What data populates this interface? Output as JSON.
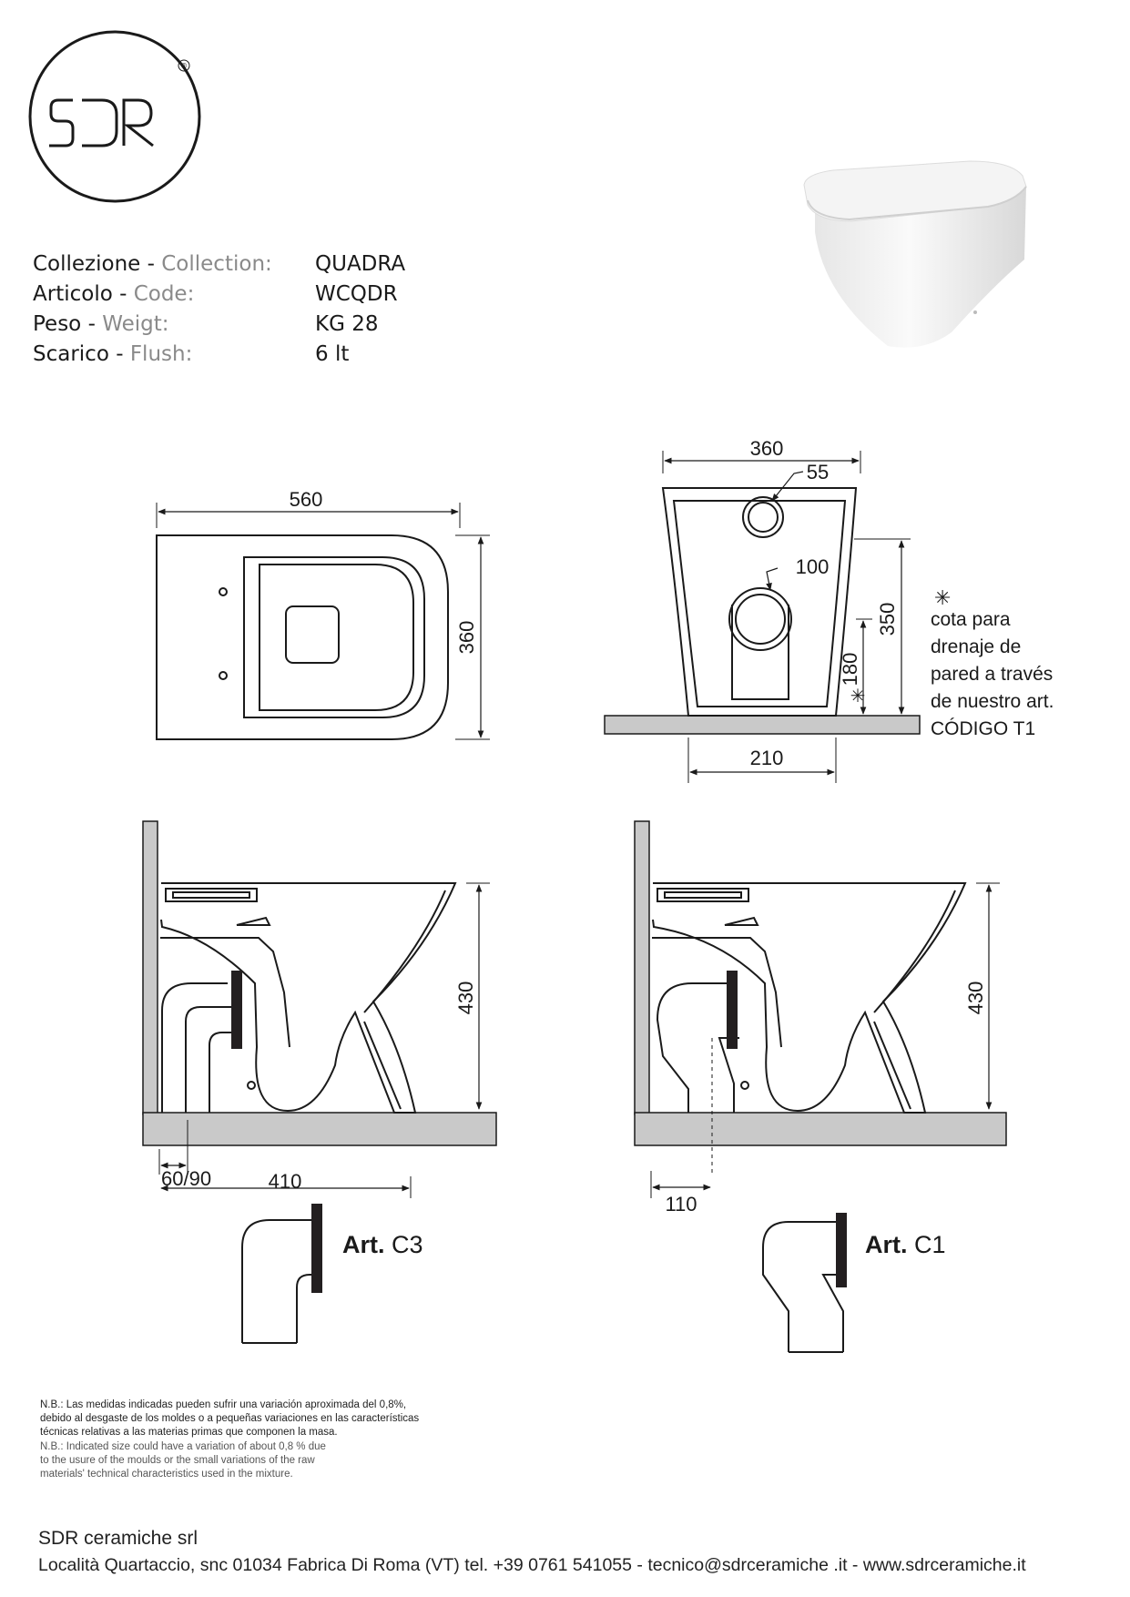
{
  "logo": {
    "text": "SDR",
    "registered": "®"
  },
  "specs": [
    {
      "label_it": "Collezione",
      "label_en": "Collection:",
      "value": "QUADRA"
    },
    {
      "label_it": "Articolo",
      "label_en": "Code:",
      "value": "WCQDR"
    },
    {
      "label_it": "Peso",
      "label_en": "Weigt:",
      "value": "KG 28"
    },
    {
      "label_it": "Scarico",
      "label_en": "Flush:",
      "value": "6 lt"
    }
  ],
  "dimensions": {
    "top_width": "560",
    "top_depth": "360",
    "rear_width": "360",
    "rear_inlet": "55",
    "rear_outlet": "100",
    "rear_height": "350",
    "rear_outlet_height": "180",
    "rear_base_width": "210",
    "side_height_c3": "430",
    "side_height_c1": "430",
    "c3_wall_offset": "60/90",
    "c3_length": "410",
    "c1_offset": "110"
  },
  "t1_note": {
    "star": "✳",
    "lines": [
      "cota para",
      "drenaje de",
      "pared a través",
      "de nuestro art.",
      "CÓDIGO T1"
    ]
  },
  "star_mark": "✳",
  "articles": [
    {
      "prefix": "Art.",
      "code": "C3"
    },
    {
      "prefix": "Art.",
      "code": "C1"
    }
  ],
  "notes_es": [
    "N.B.: Las medidas indicadas pueden sufrir una variación aproximada del 0,8%,",
    "debido al desgaste de los moldes o a pequeñas variaciones en las características",
    "técnicas relativas a las materias primas que componen la masa."
  ],
  "notes_en": [
    "N.B.: Indicated size could have a variation of about 0,8 % due",
    "to the usure of the moulds or the small variations of the raw",
    "materials' technical characteristics used in the mixture."
  ],
  "company": {
    "name": "SDR ceramiche srl",
    "address": "Località Quartaccio, snc 01034 Fabrica Di Roma  (VT) tel. +39 0761 541055 - tecnico@sdrceramiche .it  - www.sdrceramiche.it"
  },
  "colors": {
    "ink": "#1a1a1a",
    "grey_label": "#8a8a8a",
    "floor": "#c9c9c9",
    "seal": "#231f20"
  }
}
